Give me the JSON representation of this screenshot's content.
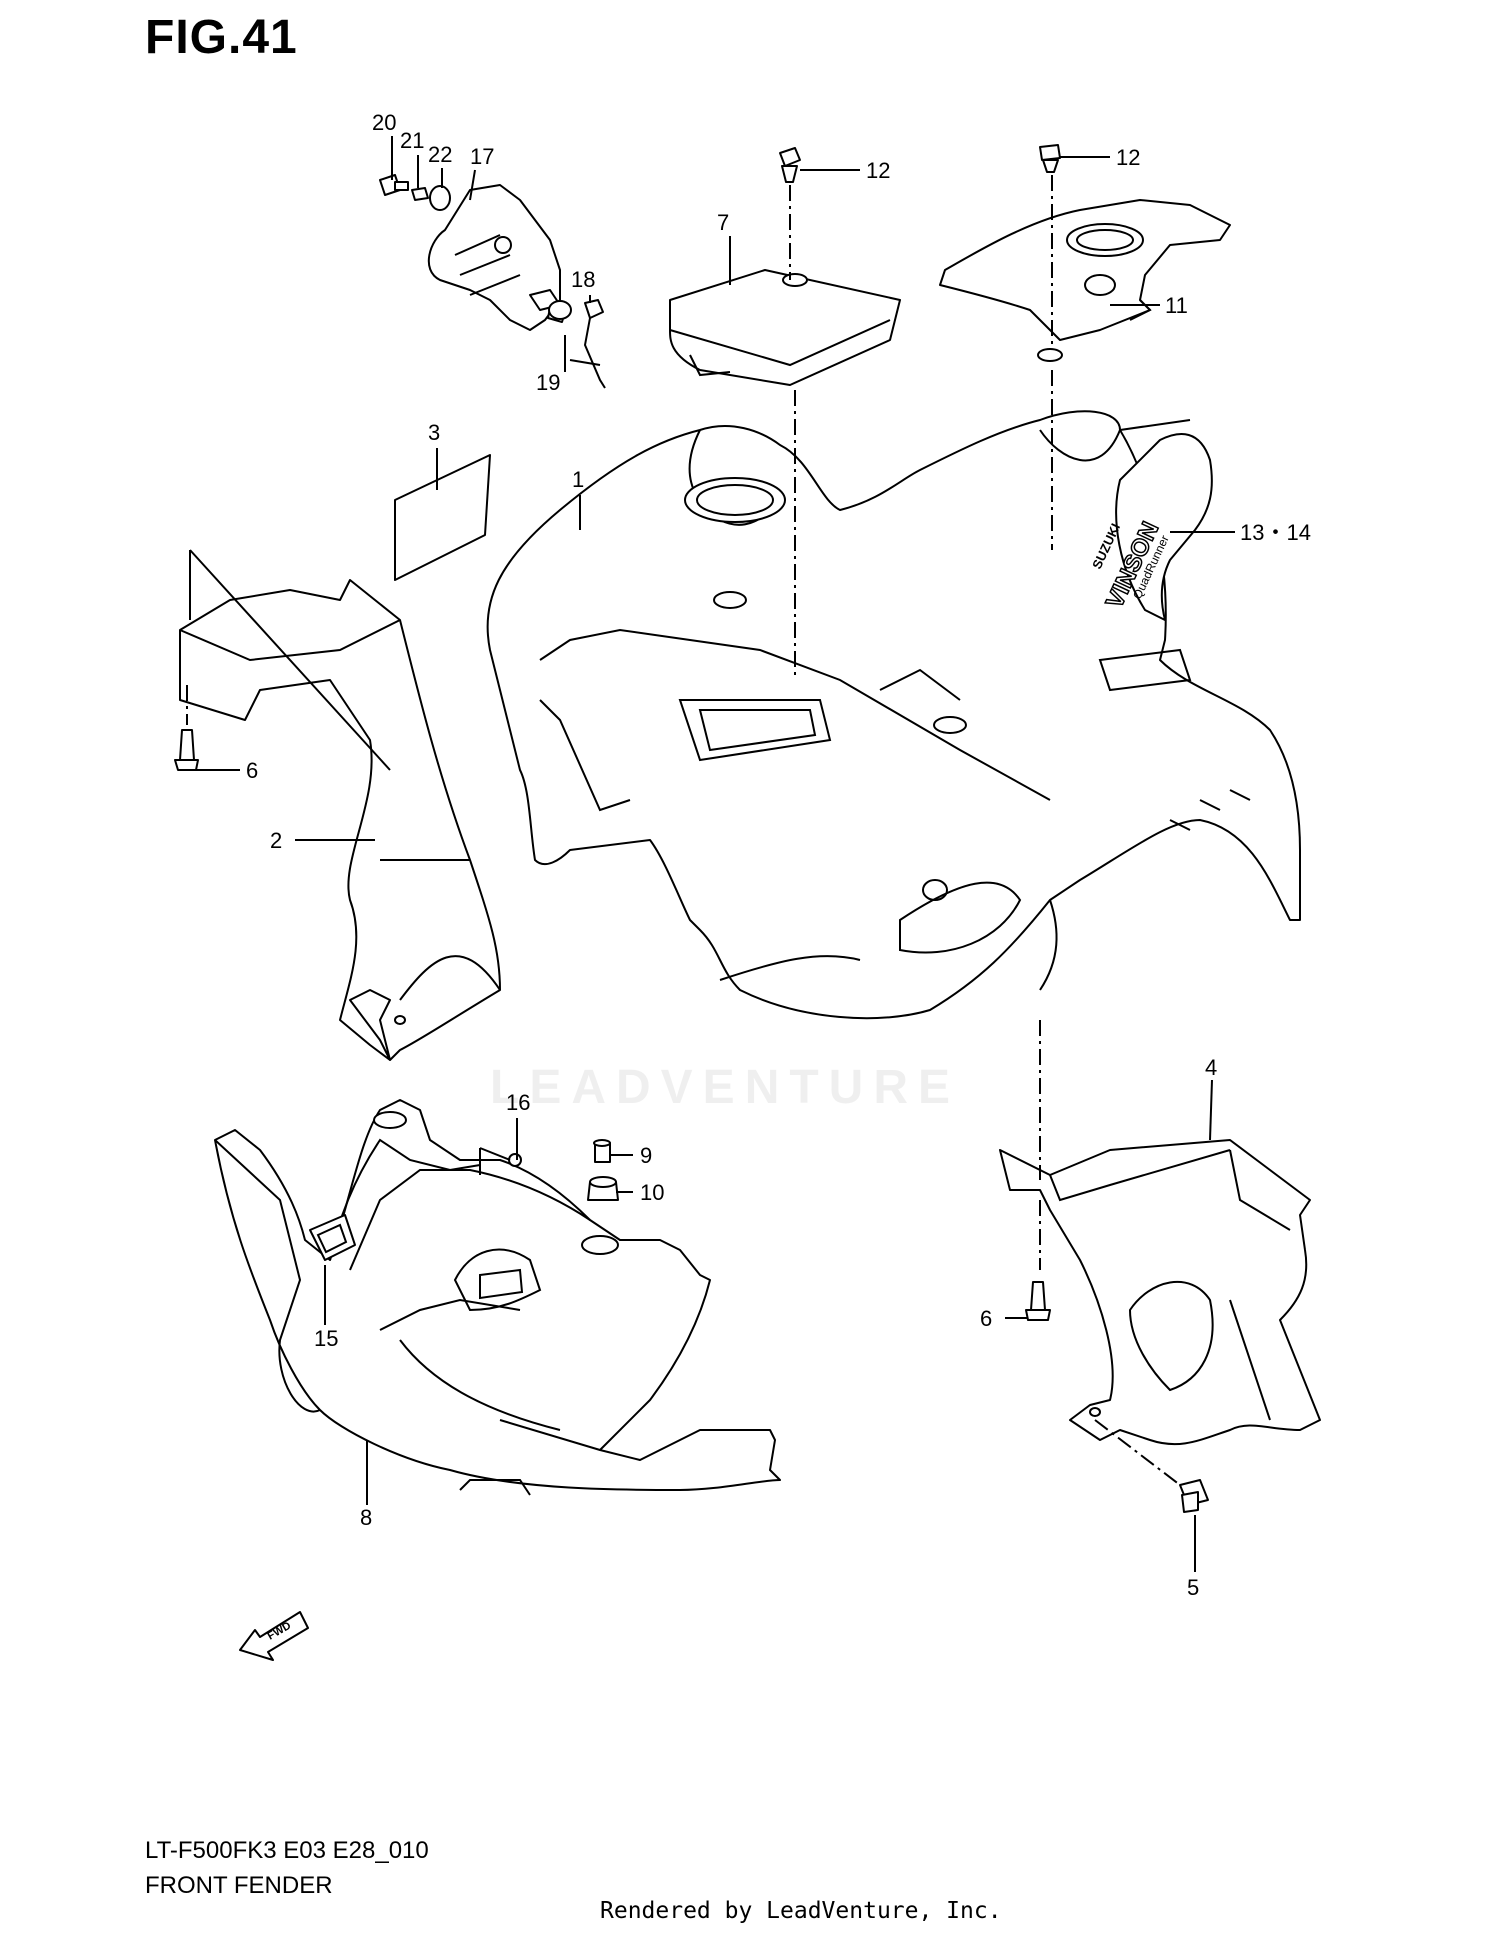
{
  "figure": {
    "title": "FIG.41",
    "model_code": "LT-F500FK3 E03 E28_010",
    "name": "FRONT FENDER",
    "rendered_by": "Rendered by LeadVenture, Inc.",
    "watermark": "LEADVENTURE"
  },
  "callouts": {
    "c1": "1",
    "c2": "2",
    "c3": "3",
    "c4": "4",
    "c5": "5",
    "c6a": "6",
    "c6b": "6",
    "c7": "7",
    "c8": "8",
    "c9": "9",
    "c10": "10",
    "c11": "11",
    "c12a": "12",
    "c12b": "12",
    "c13_14": "13・14",
    "c15": "15",
    "c16": "16",
    "c17": "17",
    "c18": "18",
    "c19": "19",
    "c20": "20",
    "c21": "21",
    "c22": "22"
  },
  "decal_text": {
    "brand": "SUZUKI",
    "model": "VINSON",
    "sub": "QuadRunner"
  },
  "fwd_arrow": "FWD",
  "colors": {
    "ink": "#000000",
    "paper": "#ffffff"
  }
}
